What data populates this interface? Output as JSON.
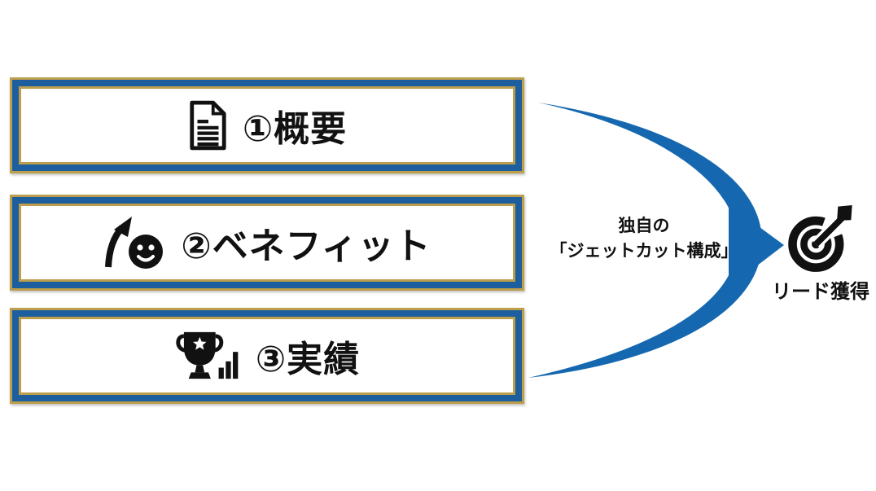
{
  "diagram": {
    "title_implicit": "",
    "steps": [
      {
        "label": "①概要",
        "icon": "document-icon"
      },
      {
        "label": "②ベネフィット",
        "icon": "growth-smiley-icon"
      },
      {
        "label": "③実績",
        "icon": "trophy-chart-icon"
      }
    ],
    "arrow": {
      "icon": "jet-cut-swoosh-arrow",
      "caption_line1": "独自の",
      "caption_line2": "「ジェットカット構成」"
    },
    "result": {
      "icon": "target-dart-icon",
      "label": "リード獲得"
    }
  },
  "colors": {
    "gold": "#BD9E4C",
    "frame_blue": "#1D5F9E",
    "arrow_blue": "#1568B0",
    "text_black": "#111111",
    "background": "#FFFFFF"
  }
}
